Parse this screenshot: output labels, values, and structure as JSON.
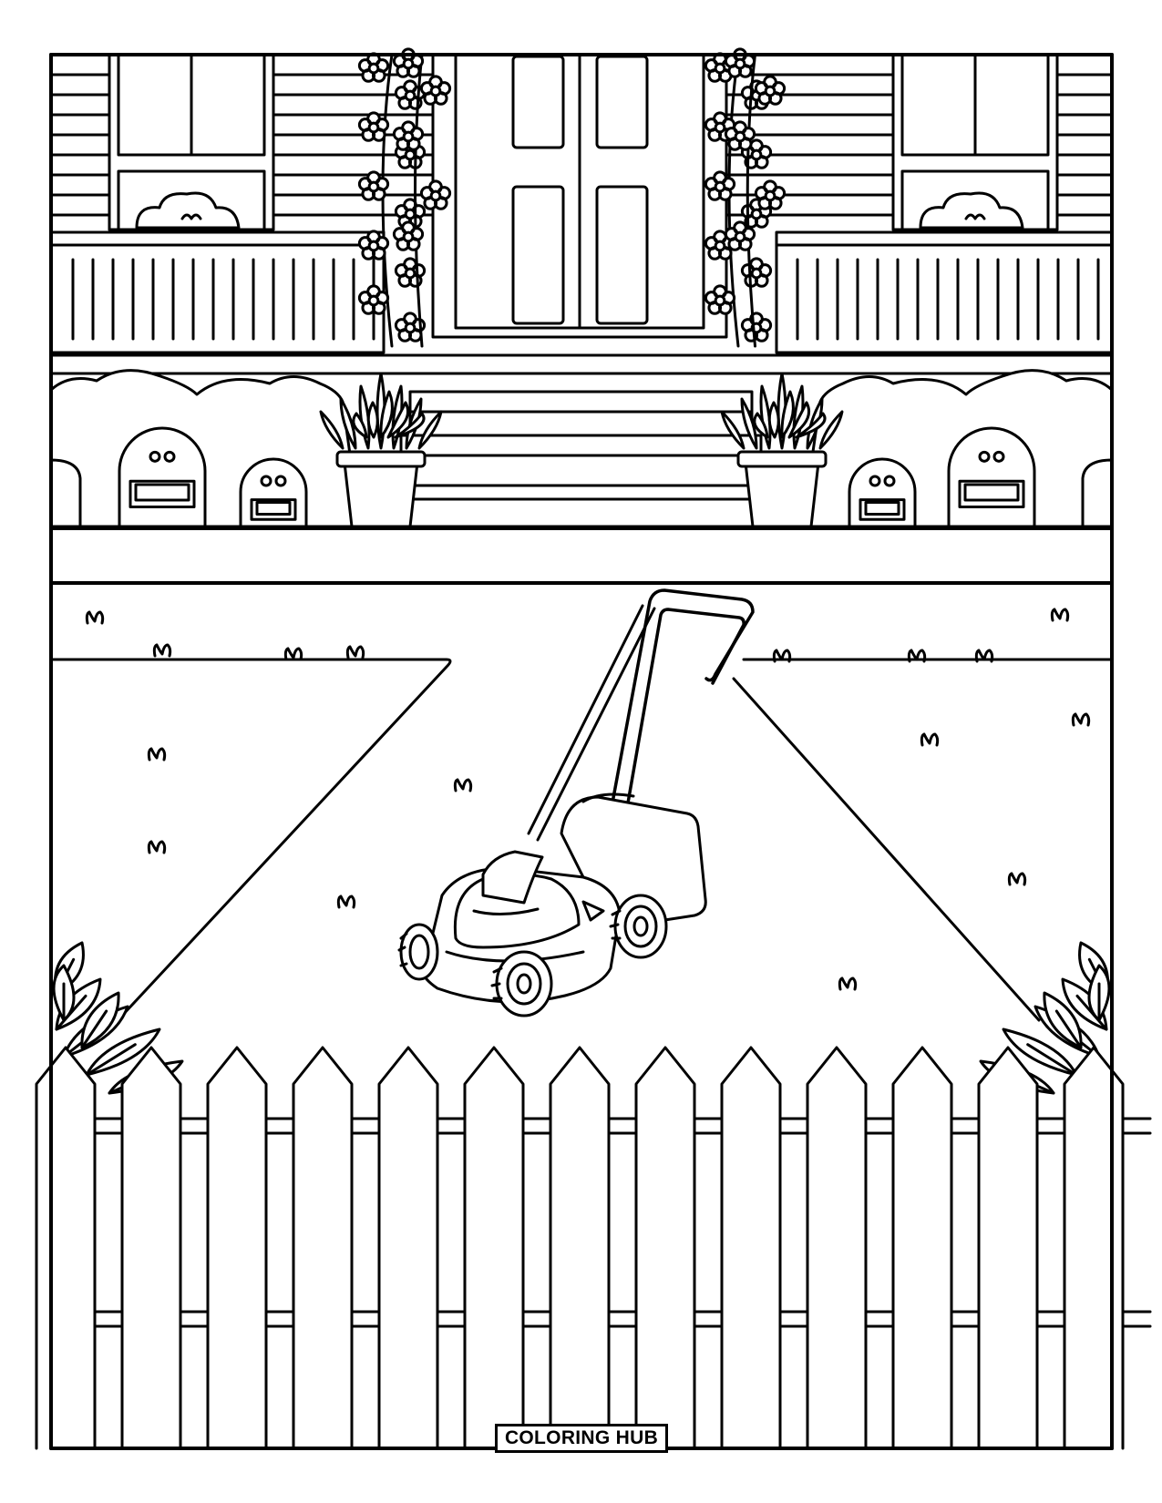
{
  "brand": {
    "label": "COLORING HUB"
  },
  "colors": {
    "line": "#000000",
    "paper": "#ffffff"
  },
  "scene": {
    "subject": "lawn-mower",
    "elements": [
      "house-front",
      "front-door",
      "windows",
      "porch-railing",
      "hanging-flower-vines",
      "potted-plants",
      "front-steps",
      "hedge-bushes",
      "sidewalk",
      "lawn",
      "path",
      "lawn-mower",
      "grass-tufts",
      "side-bushes",
      "picket-fence"
    ]
  }
}
